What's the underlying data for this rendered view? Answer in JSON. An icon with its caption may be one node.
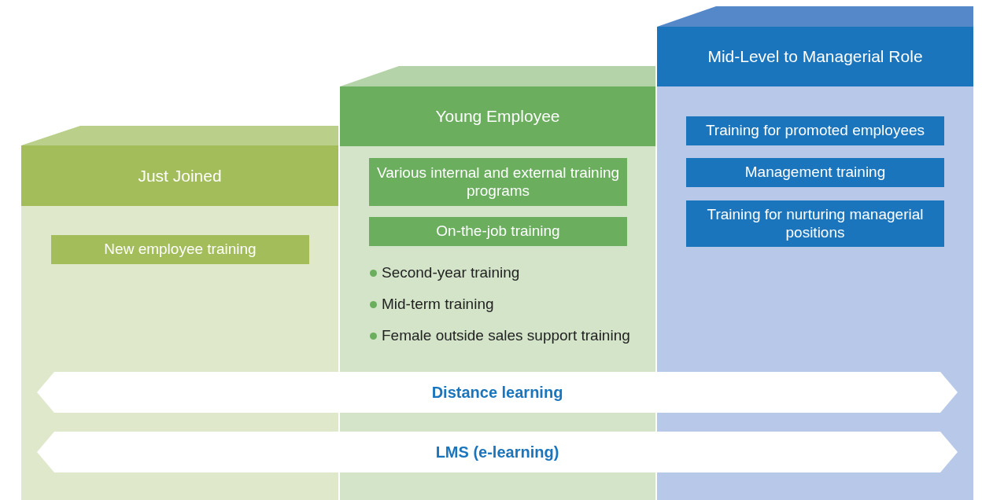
{
  "diagram": {
    "nodes": [
      {
        "text": [
          "Just Joined"
        ]
      },
      {
        "text": [
          "New employee training"
        ],
        "in": 0
      },
      {
        "text": [
          "Young Employee",
          "Second-year training",
          "Mid-term training",
          "Female outside sales support training"
        ]
      },
      {
        "text": [
          "Various internal and external training programs"
        ],
        "in": 2
      },
      {
        "text": [
          "On-the-job training"
        ],
        "in": 2
      },
      {
        "text": [
          "Mid-Level to Managerial Role"
        ]
      },
      {
        "text": [
          "Training for promoted employees"
        ],
        "in": 5
      },
      {
        "text": [
          "Management training"
        ],
        "in": 5
      },
      {
        "text": [
          "Training for nurturing managerial positions"
        ],
        "in": 5
      },
      {
        "text": [
          "Distance learning"
        ]
      },
      {
        "text": [
          "LMS (e-learning)"
        ]
      }
    ]
  }
}
